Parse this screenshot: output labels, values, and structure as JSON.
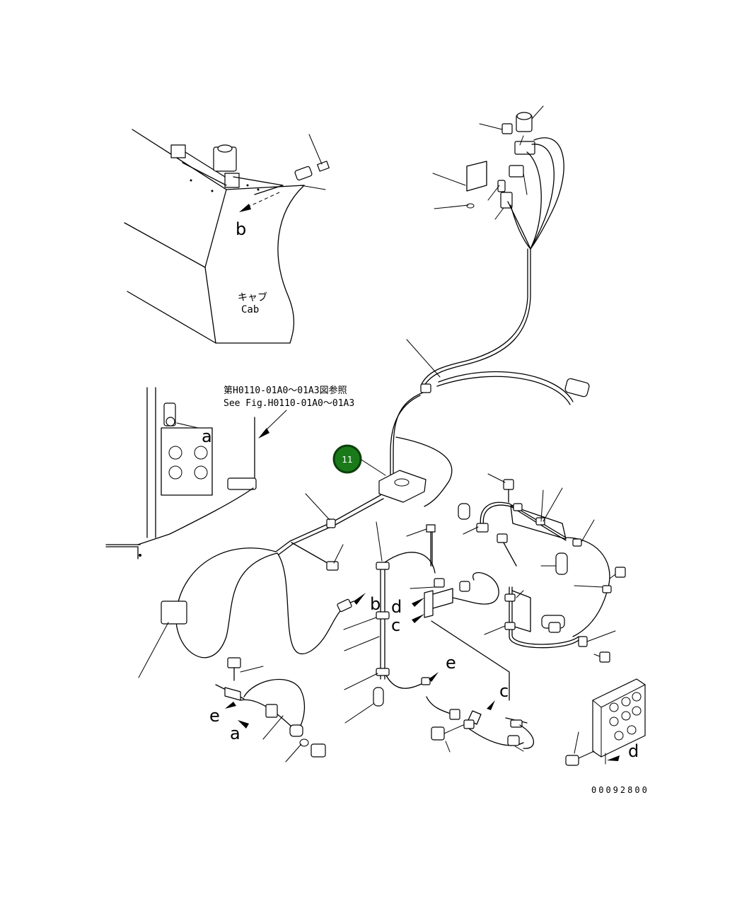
{
  "labels": {
    "cab_jp": "キャブ",
    "cab_en": "Cab",
    "note_jp": "第H0110-01A0～01A3図参照",
    "note_en": "See Fig.H0110-01A0～01A3",
    "drawing_number": "00092800"
  },
  "badge": {
    "text": "11",
    "color": "#1a7a1a"
  },
  "view_marks": {
    "b_cab": "b",
    "a_panel": "a",
    "b_center": "b",
    "d_center": "d",
    "c_center": "c",
    "e_right": "e",
    "c_right": "c",
    "e_left": "e",
    "a_left": "a",
    "d_bottom": "d"
  }
}
